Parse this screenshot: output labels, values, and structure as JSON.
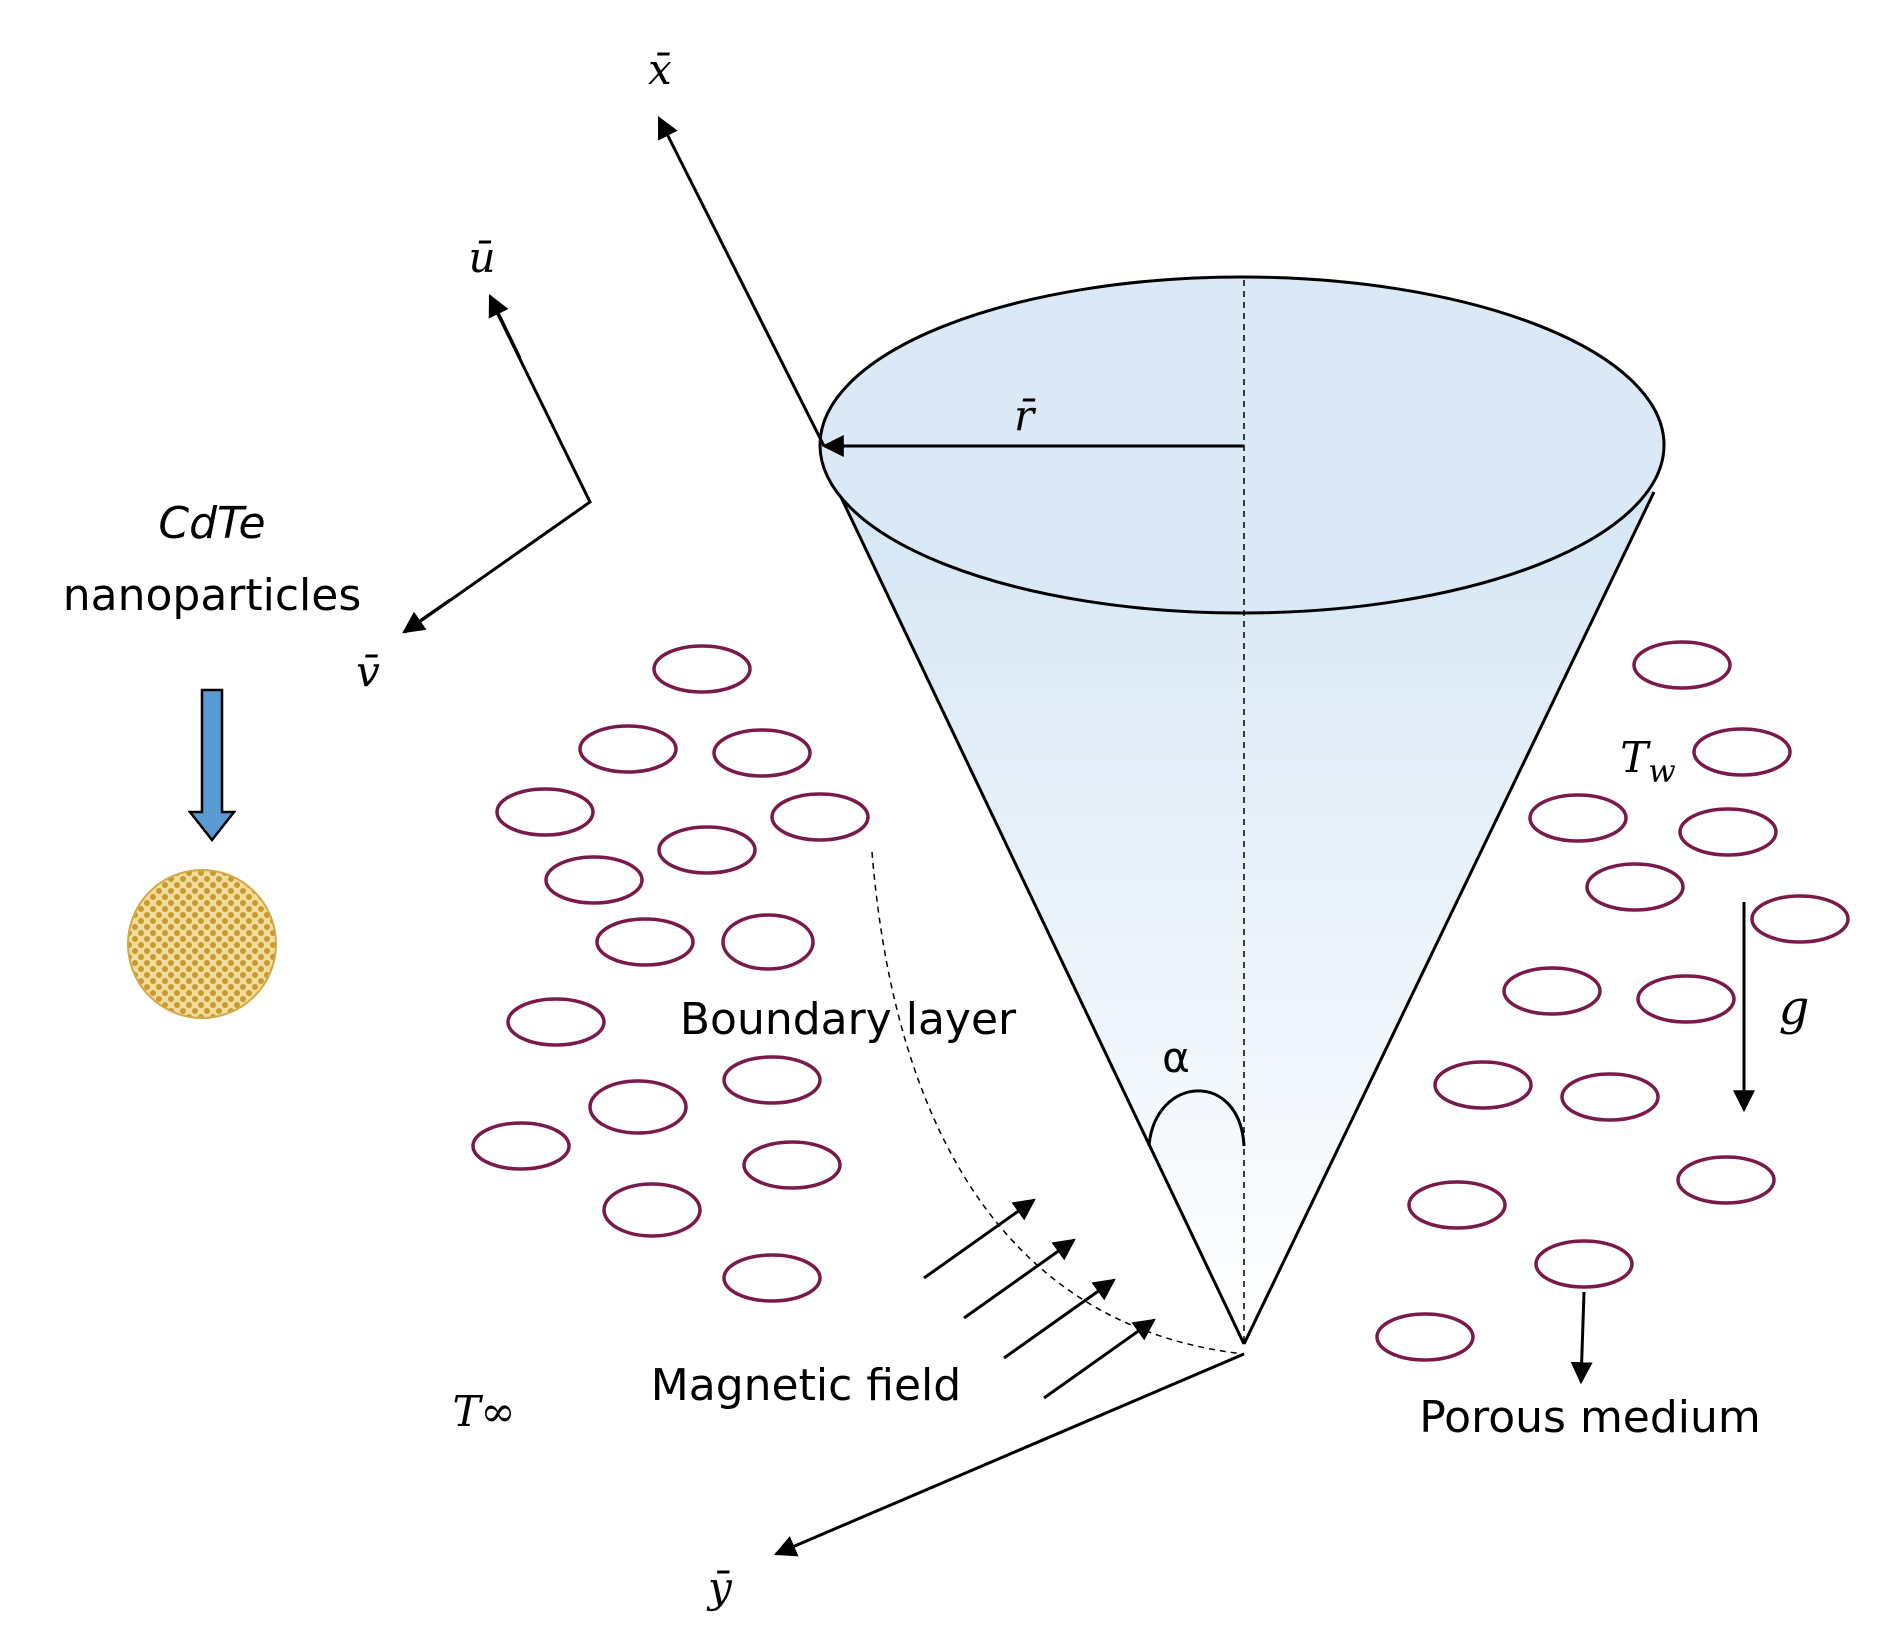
{
  "labels": {
    "x_axis": "x̄",
    "u_velocity": "ū",
    "v_velocity": "v̄",
    "y_axis": "ȳ",
    "radius": "r̄",
    "angle": "α",
    "wall_temp": "Tw",
    "ambient_temp": "T∞",
    "gravity": "g",
    "nanoparticle_name": "CdTe",
    "nanoparticle_word": "nanoparticles",
    "boundary_layer": "Boundary layer",
    "magnetic_field": "Magnetic field",
    "porous_medium": "Porous medium"
  },
  "colors": {
    "cone_top": "#d6e6f4",
    "cone_bottom": "#ffffff",
    "pore": "#7a1a4a",
    "nano_arrow": "#5b9bd5",
    "nano_particle": "#d4a843",
    "ink": "#000000"
  }
}
